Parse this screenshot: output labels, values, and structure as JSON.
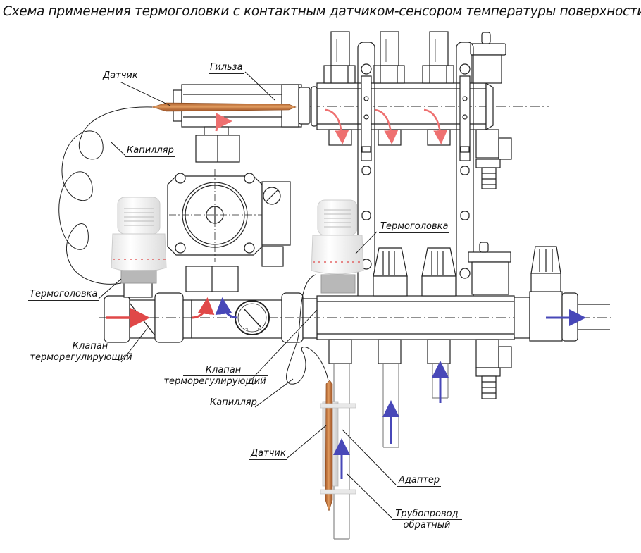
{
  "title": "Схема применения  термоголовки с контактным датчиком-сенсором  температуры поверхности",
  "labels": {
    "sensor_top": "Датчик",
    "sleeve": "Гильза",
    "capillary_top": "Капилляр",
    "thermohead_left": "Термоголовка",
    "valve_left_line1": "Клапан",
    "valve_left_line2": "терморегулирующий",
    "thermohead_right": "Термоголовка",
    "valve_center_line1": "Клапан",
    "valve_center_line2": "терморегулирующий",
    "capillary_bottom": "Капилляр",
    "sensor_bottom": "Датчик",
    "adapter": "Адаптер",
    "return_pipe_line1": "Трубопровод",
    "return_pipe_line2": "обратный"
  },
  "gauge": {
    "unit_left": "°C",
    "unit_right": "F"
  },
  "colors": {
    "hot_flow": "#e04848",
    "hot_flow_light": "#ee7070",
    "cold_flow": "#4848b8",
    "copper": "#c8743c",
    "outline": "#222222"
  }
}
